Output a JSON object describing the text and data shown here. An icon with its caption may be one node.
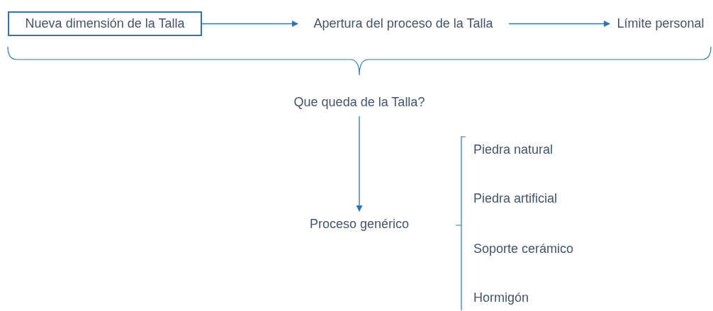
{
  "diagram": {
    "nodes": [
      {
        "text": [
          "Nueva dimensión de la Talla"
        ]
      },
      {
        "text": [
          "Apertura del proceso de la Talla"
        ]
      },
      {
        "text": [
          "Límite personal"
        ]
      },
      {
        "text": [
          "Que queda de la Talla?"
        ]
      },
      {
        "text": [
          "Proceso genérico"
        ]
      }
    ],
    "edges": [
      {
        "from": 0,
        "to": 1,
        "arrow": "to"
      },
      {
        "from": 1,
        "to": 2,
        "arrow": "to"
      },
      {
        "from": 3,
        "to": 4,
        "arrow": "to"
      }
    ],
    "labels": [
      "Piedra natural",
      "Piedra artificial",
      "Soporte cerámico",
      "Hormigón"
    ]
  }
}
